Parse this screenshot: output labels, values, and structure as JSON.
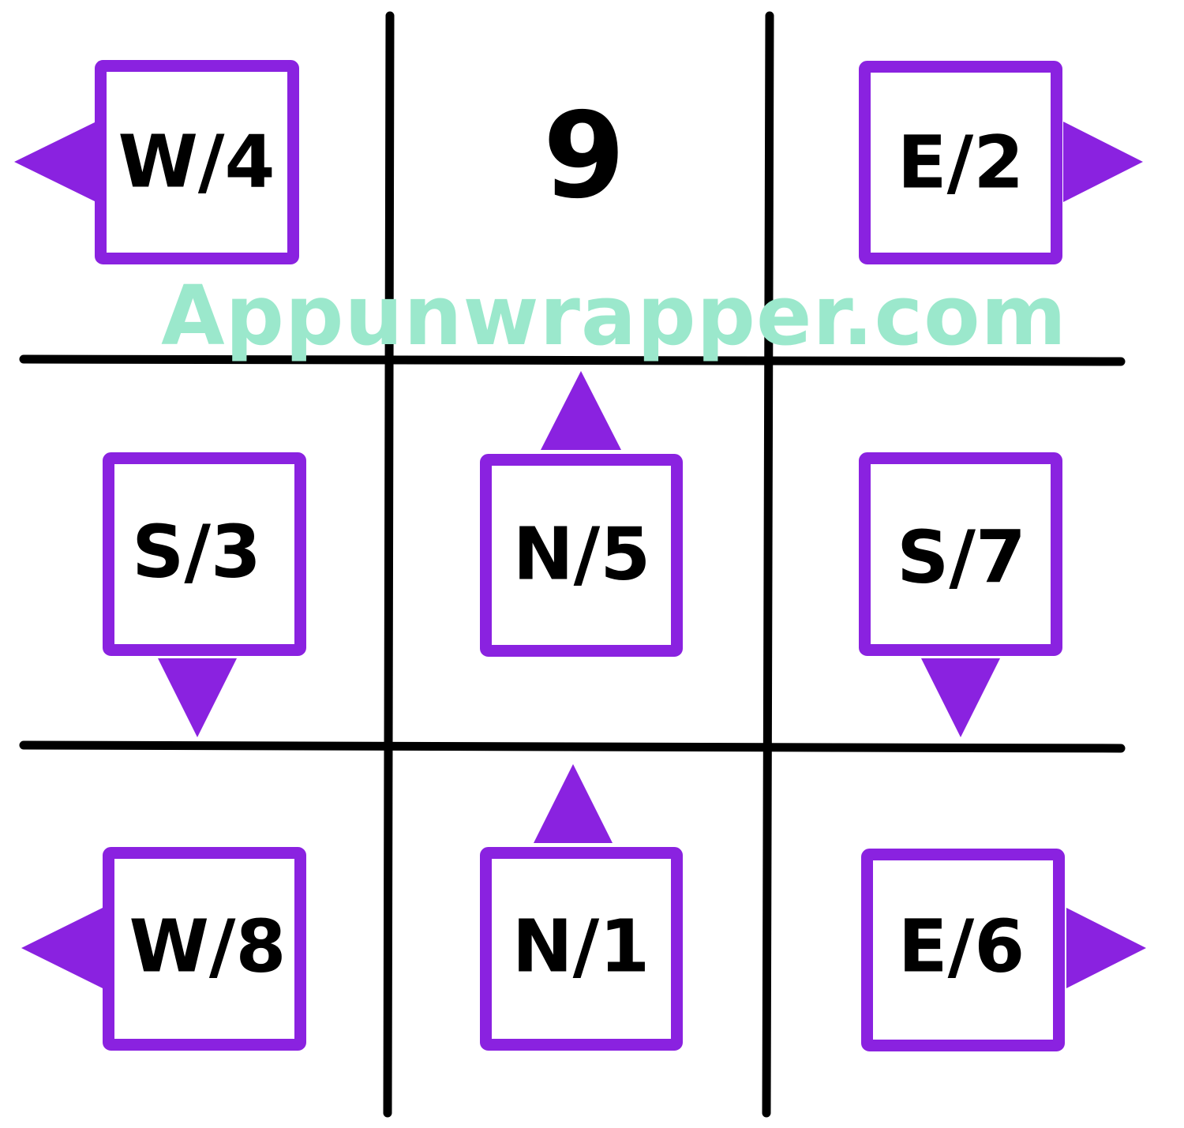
{
  "puzzle": {
    "center_number": "9",
    "watermark": "Appunwrapper.com",
    "accent_color": "#8a22e0",
    "line_color": "#000000",
    "watermark_color": "#9be8cc",
    "tiles": [
      {
        "id": "top-left",
        "label": "W/4",
        "direction": "west"
      },
      {
        "id": "top-right",
        "label": "E/2",
        "direction": "east"
      },
      {
        "id": "middle-left",
        "label": "S/3",
        "direction": "south"
      },
      {
        "id": "middle-center",
        "label": "N/5",
        "direction": "north"
      },
      {
        "id": "middle-right",
        "label": "S/7",
        "direction": "south"
      },
      {
        "id": "bottom-left",
        "label": "W/8",
        "direction": "west"
      },
      {
        "id": "bottom-center",
        "label": "N/1",
        "direction": "north"
      },
      {
        "id": "bottom-right",
        "label": "E/6",
        "direction": "east"
      }
    ]
  }
}
